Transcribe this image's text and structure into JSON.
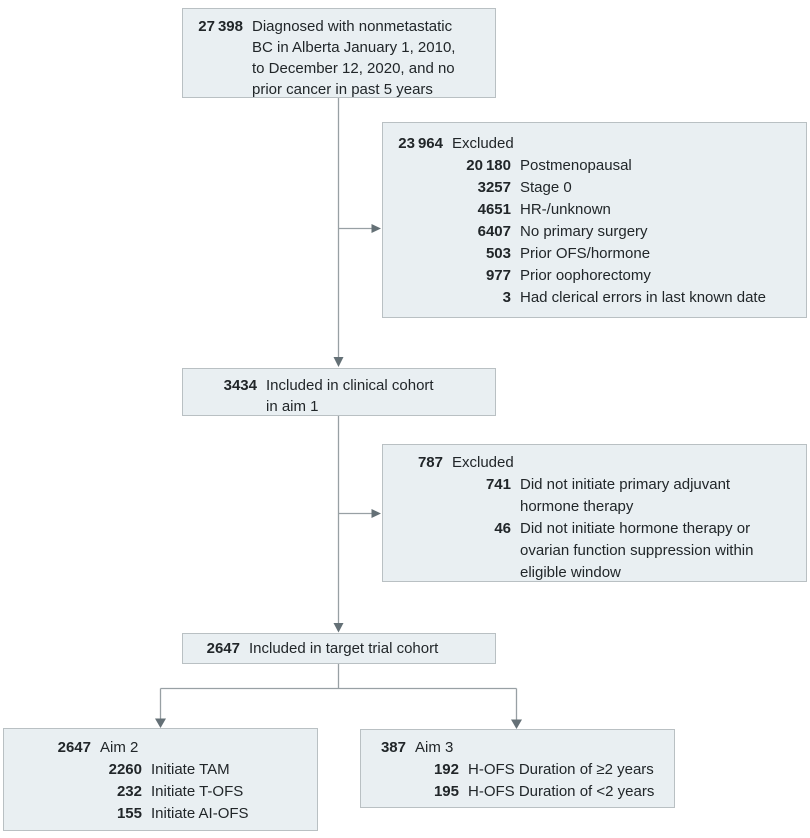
{
  "colors": {
    "box_fill": "#e9eff2",
    "box_border": "#b9c0c3",
    "line": "#98a0a4",
    "arrowhead": "#647076",
    "text": "#212629"
  },
  "boxes": {
    "source": {
      "rows": [
        {
          "num": "27 398",
          "label": "Diagnosed with nonmetastatic\nBC in Alberta January 1, 2010,\nto December 12, 2020, and no\nprior cancer in past 5 years",
          "indent": 0
        }
      ]
    },
    "excluded1": {
      "rows": [
        {
          "num": "23 964",
          "label": "Excluded",
          "indent": 0
        },
        {
          "num": "20 180",
          "label": "Postmenopausal",
          "indent": 1
        },
        {
          "num": "3257",
          "label": "Stage 0",
          "indent": 1
        },
        {
          "num": "4651",
          "label": "HR-/unknown",
          "indent": 1
        },
        {
          "num": "6407",
          "label": "No primary surgery",
          "indent": 1
        },
        {
          "num": "503",
          "label": "Prior OFS/hormone",
          "indent": 1
        },
        {
          "num": "977",
          "label": "Prior oophorectomy",
          "indent": 1
        },
        {
          "num": "3",
          "label": "Had clerical errors in last known date",
          "indent": 1
        }
      ]
    },
    "clinical": {
      "rows": [
        {
          "num": "3434",
          "label": "Included in clinical cohort\nin aim 1",
          "indent": 0
        }
      ]
    },
    "excluded2": {
      "rows": [
        {
          "num": "787",
          "label": "Excluded",
          "indent": 0
        },
        {
          "num": "741",
          "label": "Did not initiate primary adjuvant\nhormone therapy",
          "indent": 1
        },
        {
          "num": "46",
          "label": "Did not initiate hormone therapy or\novarian function suppression within\neligible window",
          "indent": 1
        }
      ]
    },
    "target": {
      "rows": [
        {
          "num": "2647",
          "label": "Included in target trial cohort",
          "indent": 0
        }
      ]
    },
    "aim2": {
      "rows": [
        {
          "num": "2647",
          "label": "Aim 2",
          "indent": 0
        },
        {
          "num": "2260",
          "label": "Initiate TAM",
          "indent": 1
        },
        {
          "num": "232",
          "label": "Initiate T-OFS",
          "indent": 1
        },
        {
          "num": "155",
          "label": "Initiate AI-OFS",
          "indent": 1
        }
      ]
    },
    "aim3": {
      "rows": [
        {
          "num": "387",
          "label": "Aim 3",
          "indent": 0
        },
        {
          "num": "192",
          "label": "H-OFS Duration of ≥2 years",
          "indent": 1
        },
        {
          "num": "195",
          "label": "H-OFS Duration of <2 years",
          "indent": 1
        }
      ]
    }
  }
}
